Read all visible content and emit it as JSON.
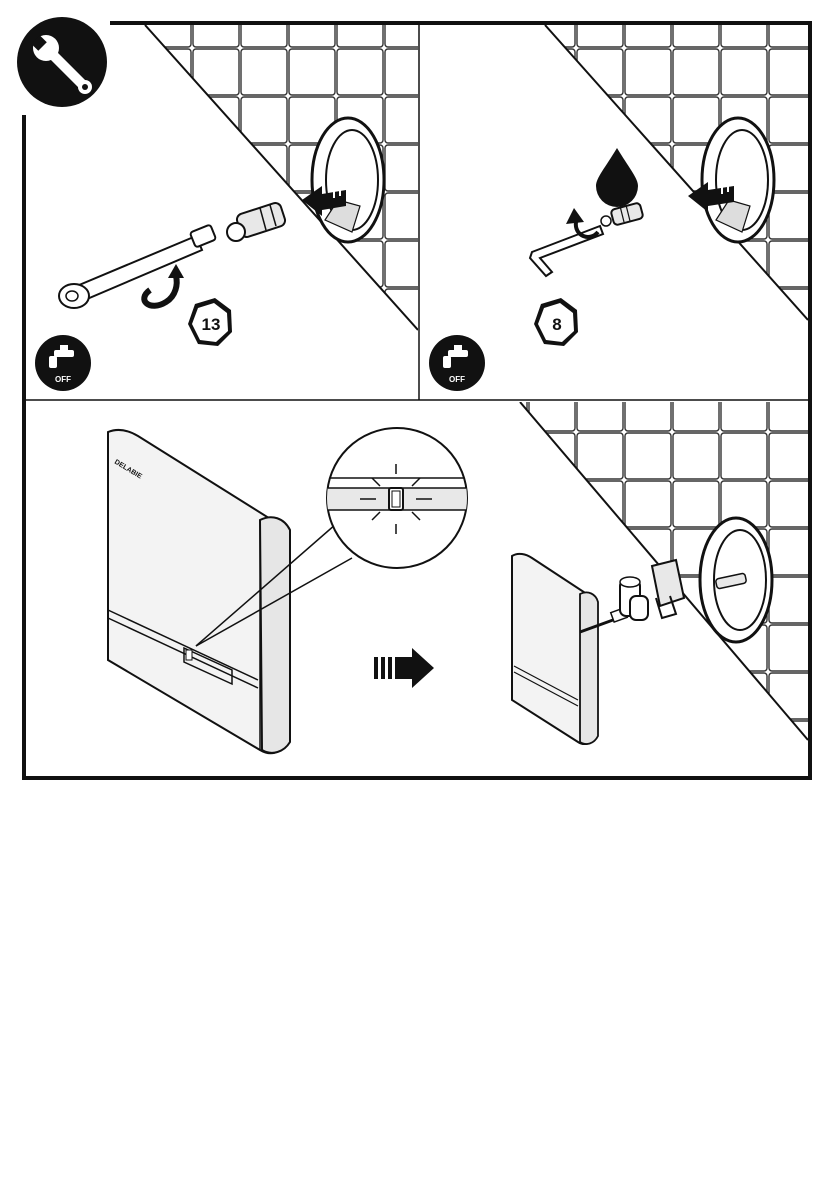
{
  "page": {
    "background": "#ffffff",
    "ink": "#111111"
  },
  "maintenance_icon": {
    "icon": "wrench-icon"
  },
  "panels": [
    {
      "id": "remove-solenoid",
      "tool_size": "13",
      "water_supply_label": "OFF",
      "icons": [
        "water-tap-icon",
        "socket-wrench-icon",
        "rotate-arrow-icon",
        "pull-out-arrow-icon"
      ]
    },
    {
      "id": "clean-filter",
      "tool_size": "8",
      "water_supply_label": "OFF",
      "icons": [
        "water-tap-icon",
        "hex-key-icon",
        "water-drop-icon",
        "rotate-arrow-icon",
        "pull-out-arrow-icon"
      ]
    },
    {
      "id": "battery-indicator",
      "brand_text": "DELABIE",
      "icons": [
        "blinking-led-icon",
        "magnifier-callout-icon",
        "next-step-arrow-icon"
      ]
    },
    {
      "id": "remove-plate",
      "icons": [
        "flush-plate-icon",
        "battery-icon",
        "screw-icon",
        "connector-icon"
      ]
    }
  ]
}
